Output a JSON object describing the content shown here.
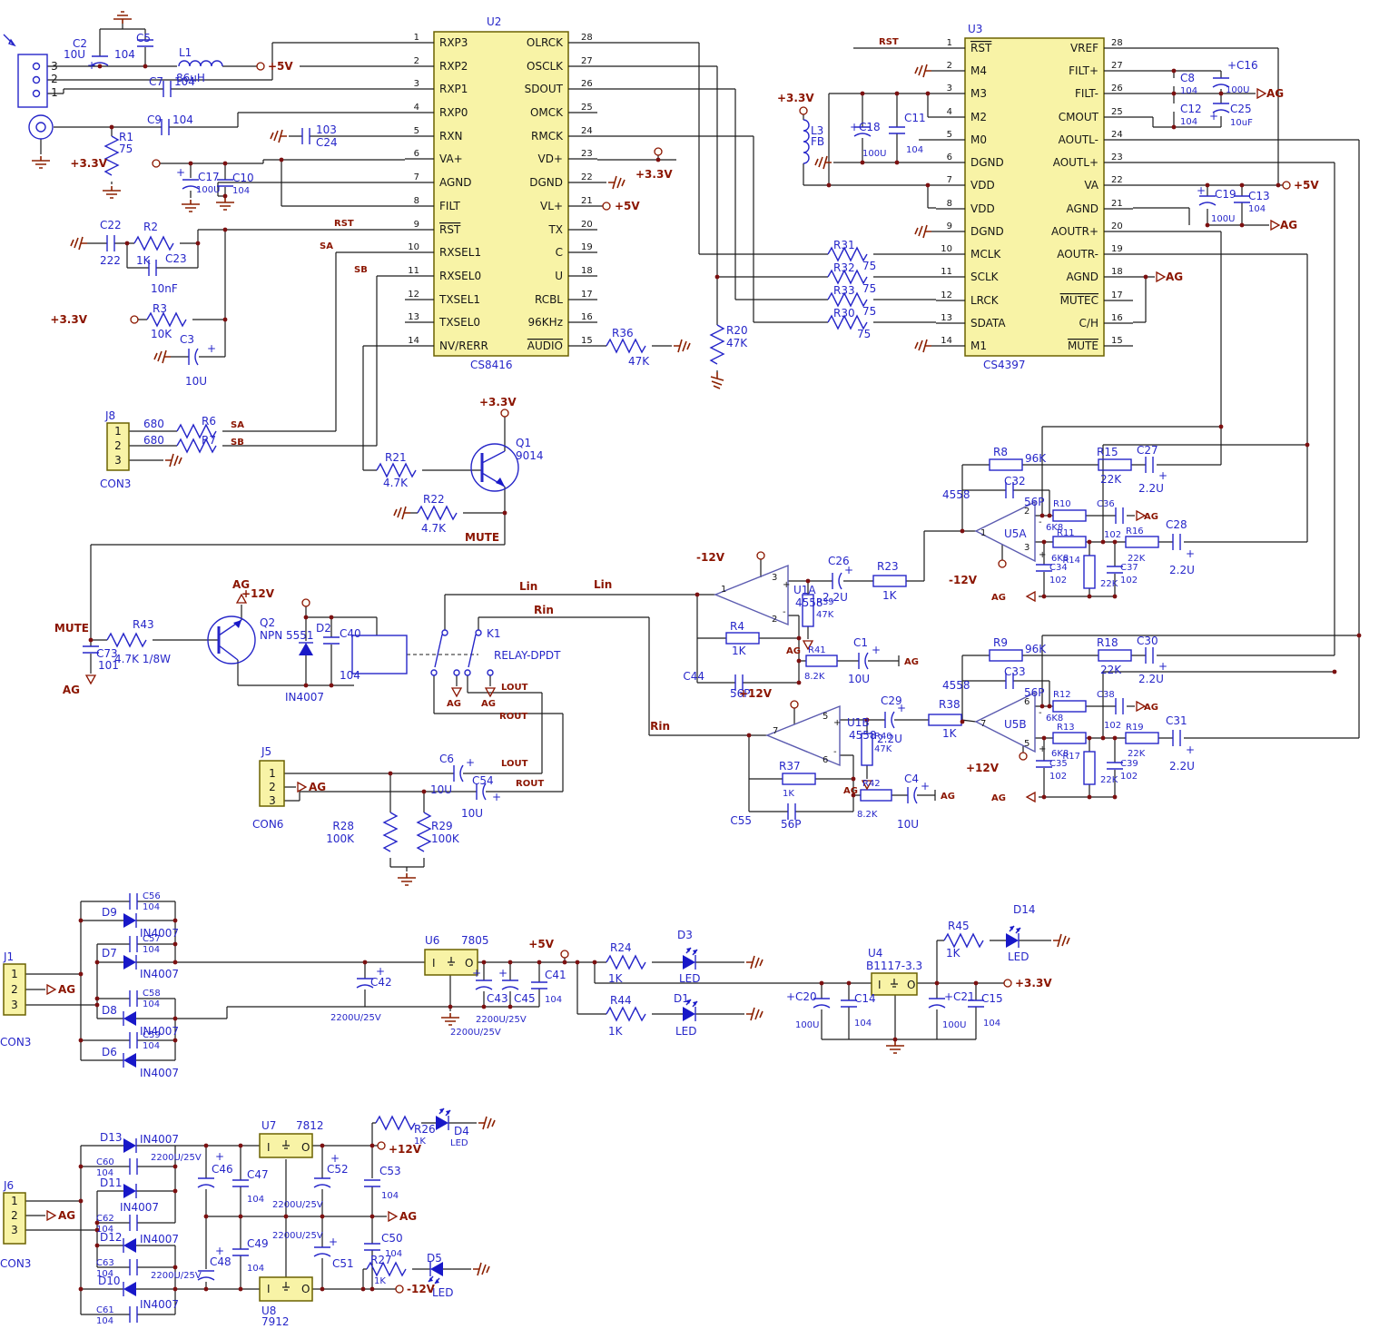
{
  "ics": {
    "u2": {
      "ref": "U2",
      "part": "CS8416",
      "left": [
        {
          "n": "1",
          "name": "RXP3"
        },
        {
          "n": "2",
          "name": "RXP2"
        },
        {
          "n": "3",
          "name": "RXP1"
        },
        {
          "n": "4",
          "name": "RXP0"
        },
        {
          "n": "5",
          "name": "RXN"
        },
        {
          "n": "6",
          "name": "VA+"
        },
        {
          "n": "7",
          "name": "AGND"
        },
        {
          "n": "8",
          "name": "FILT"
        },
        {
          "n": "9",
          "name": "RST",
          "bar": true
        },
        {
          "n": "10",
          "name": "RXSEL1"
        },
        {
          "n": "11",
          "name": "RXSEL0"
        },
        {
          "n": "12",
          "name": "TXSEL1"
        },
        {
          "n": "13",
          "name": "TXSEL0"
        },
        {
          "n": "14",
          "name": "NV/RERR"
        }
      ],
      "right": [
        {
          "n": "28",
          "name": "OLRCK"
        },
        {
          "n": "27",
          "name": "OSCLK"
        },
        {
          "n": "26",
          "name": "SDOUT"
        },
        {
          "n": "25",
          "name": "OMCK"
        },
        {
          "n": "24",
          "name": "RMCK"
        },
        {
          "n": "23",
          "name": "VD+"
        },
        {
          "n": "22",
          "name": "DGND"
        },
        {
          "n": "21",
          "name": "VL+"
        },
        {
          "n": "20",
          "name": "TX"
        },
        {
          "n": "19",
          "name": "C"
        },
        {
          "n": "18",
          "name": "U"
        },
        {
          "n": "17",
          "name": "RCBL"
        },
        {
          "n": "16",
          "name": "96KHz"
        },
        {
          "n": "15",
          "name": "AUDIO",
          "bar": true
        }
      ]
    },
    "u3": {
      "ref": "U3",
      "part": "CS4397",
      "left": [
        {
          "n": "1",
          "name": "RST",
          "bar": true
        },
        {
          "n": "2",
          "name": "M4"
        },
        {
          "n": "3",
          "name": "M3"
        },
        {
          "n": "4",
          "name": "M2"
        },
        {
          "n": "5",
          "name": "M0"
        },
        {
          "n": "6",
          "name": "DGND"
        },
        {
          "n": "7",
          "name": "VDD"
        },
        {
          "n": "8",
          "name": "VDD"
        },
        {
          "n": "9",
          "name": "DGND"
        },
        {
          "n": "10",
          "name": "MCLK"
        },
        {
          "n": "11",
          "name": "SCLK"
        },
        {
          "n": "12",
          "name": "LRCK"
        },
        {
          "n": "13",
          "name": "SDATA"
        },
        {
          "n": "14",
          "name": "M1"
        }
      ],
      "right": [
        {
          "n": "28",
          "name": "VREF"
        },
        {
          "n": "27",
          "name": "FILT+"
        },
        {
          "n": "26",
          "name": "FILT-"
        },
        {
          "n": "25",
          "name": "CMOUT"
        },
        {
          "n": "24",
          "name": "AOUTL-"
        },
        {
          "n": "23",
          "name": "AOUTL+"
        },
        {
          "n": "22",
          "name": "VA"
        },
        {
          "n": "21",
          "name": "AGND"
        },
        {
          "n": "20",
          "name": "AOUTR+"
        },
        {
          "n": "19",
          "name": "AOUTR-"
        },
        {
          "n": "18",
          "name": "AGND"
        },
        {
          "n": "17",
          "name": "MUTEC",
          "bar": true
        },
        {
          "n": "16",
          "name": "C/H"
        },
        {
          "n": "15",
          "name": "MUTE",
          "bar": true
        }
      ]
    }
  },
  "parts": {
    "R1": {
      "r": "R1",
      "v": "75"
    },
    "R2": {
      "r": "R2",
      "v": "1K"
    },
    "R3": {
      "r": "R3",
      "v": "10K"
    },
    "R4": {
      "r": "R4",
      "v": "1K"
    },
    "R6": {
      "r": "R6",
      "v": "680"
    },
    "R7": {
      "r": "R7",
      "v": "680"
    },
    "R8": {
      "r": "R8",
      "v": "96K"
    },
    "R9": {
      "r": "R9",
      "v": "96K"
    },
    "R10": {
      "r": "R10",
      "v": "6K8"
    },
    "R11": {
      "r": "R11",
      "v": "6K8"
    },
    "R12": {
      "r": "R12",
      "v": "6K8"
    },
    "R13": {
      "r": "R13",
      "v": "6K8"
    },
    "R14": {
      "r": "R14",
      "v": "22K"
    },
    "R15": {
      "r": "R15",
      "v": "22K"
    },
    "R16": {
      "r": "R16",
      "v": "22K"
    },
    "R17": {
      "r": "R17",
      "v": "22K"
    },
    "R18": {
      "r": "R18",
      "v": "22K"
    },
    "R19": {
      "r": "R19",
      "v": "22K"
    },
    "R20": {
      "r": "R20",
      "v": "47K"
    },
    "R21": {
      "r": "R21",
      "v": "4.7K"
    },
    "R22": {
      "r": "R22",
      "v": "4.7K"
    },
    "R23": {
      "r": "R23",
      "v": "1K"
    },
    "R24": {
      "r": "R24",
      "v": "1K"
    },
    "R26": {
      "r": "R26",
      "v": "1K"
    },
    "R27": {
      "r": "R27",
      "v": "1K"
    },
    "R28": {
      "r": "R28",
      "v": "100K"
    },
    "R29": {
      "r": "R29",
      "v": "100K"
    },
    "R30": {
      "r": "R30",
      "v": "75"
    },
    "R31": {
      "r": "R31",
      "v": "75"
    },
    "R32": {
      "r": "R32",
      "v": "75"
    },
    "R33": {
      "r": "R33",
      "v": "75"
    },
    "R36": {
      "r": "R36",
      "v": "47K"
    },
    "R37": {
      "r": "R37",
      "v": "1K"
    },
    "R38": {
      "r": "R38",
      "v": "1K"
    },
    "R39": {
      "r": "R39",
      "v": "47K"
    },
    "R40": {
      "r": "R40",
      "v": "47K"
    },
    "R41": {
      "r": "R41",
      "v": "8.2K"
    },
    "R42": {
      "r": "R42",
      "v": "8.2K"
    },
    "R43": {
      "r": "R43",
      "v": "4.7K 1/8W"
    },
    "R44": {
      "r": "R44",
      "v": "1K"
    },
    "R45": {
      "r": "R45",
      "v": "1K"
    },
    "C1": {
      "r": "C1",
      "v": "10U"
    },
    "C2": {
      "r": "C2",
      "v": "10U"
    },
    "C3": {
      "r": "C3",
      "v": "10U"
    },
    "C4": {
      "r": "C4",
      "v": "10U"
    },
    "C5": {
      "r": "C5",
      "v": "104"
    },
    "C6": {
      "r": "C6",
      "v": "10U"
    },
    "C7": {
      "r": "C7",
      "v": "104"
    },
    "C8": {
      "r": "C8",
      "v": "104"
    },
    "C9": {
      "r": "C9",
      "v": "104"
    },
    "C10": {
      "r": "C10",
      "v": "104"
    },
    "C11": {
      "r": "C11",
      "v": "104"
    },
    "C12": {
      "r": "C12",
      "v": "104"
    },
    "C13": {
      "r": "C13",
      "v": "104"
    },
    "C14": {
      "r": "C14",
      "v": "104"
    },
    "C15": {
      "r": "C15",
      "v": "104"
    },
    "C16": {
      "r": "C16",
      "v": "100U"
    },
    "C17": {
      "r": "C17",
      "v": "100U"
    },
    "C18": {
      "r": "C18",
      "v": "100U"
    },
    "C19": {
      "r": "C19",
      "v": "100U"
    },
    "C20": {
      "r": "C20",
      "v": "100U"
    },
    "C21": {
      "r": "C21",
      "v": "100U"
    },
    "C22": {
      "r": "C22",
      "v": "222"
    },
    "C23": {
      "r": "C23",
      "v": "10nF"
    },
    "C24": {
      "r": "C24",
      "v": "103"
    },
    "C25": {
      "r": "C25",
      "v": "10uF"
    },
    "C26": {
      "r": "C26",
      "v": "2.2U"
    },
    "C27": {
      "r": "C27",
      "v": "2.2U"
    },
    "C28": {
      "r": "C28",
      "v": "2.2U"
    },
    "C29": {
      "r": "C29",
      "v": "2.2U"
    },
    "C30": {
      "r": "C30",
      "v": "2.2U"
    },
    "C31": {
      "r": "C31",
      "v": "2.2U"
    },
    "C32": {
      "r": "C32",
      "v": "56P"
    },
    "C33": {
      "r": "C33",
      "v": "56P"
    },
    "C34": {
      "r": "C34",
      "v": "102"
    },
    "C35": {
      "r": "C35",
      "v": "102"
    },
    "C36": {
      "r": "C36",
      "v": "102"
    },
    "C37": {
      "r": "C37",
      "v": "102"
    },
    "C38": {
      "r": "C38",
      "v": "102"
    },
    "C39": {
      "r": "C39",
      "v": "102"
    },
    "C40": {
      "r": "C40",
      "v": "104"
    },
    "C41": {
      "r": "C41",
      "v": "104"
    },
    "C42": {
      "r": "C42",
      "v": "2200U/25V"
    },
    "C43": {
      "r": "C43",
      "v": "2200U/25V"
    },
    "C44": {
      "r": "C44",
      "v": "56P"
    },
    "C45": {
      "r": "C45",
      "v": "2200U/25V"
    },
    "C46": {
      "r": "C46",
      "v": "2200U/25V"
    },
    "C47": {
      "r": "C47",
      "v": "104"
    },
    "C48": {
      "r": "C48",
      "v": "2200U/25V"
    },
    "C49": {
      "r": "C49",
      "v": "104"
    },
    "C50": {
      "r": "C50",
      "v": "104"
    },
    "C51": {
      "r": "C51",
      "v": "2200U/25V"
    },
    "C52": {
      "r": "C52",
      "v": "2200U/25V"
    },
    "C53": {
      "r": "C53",
      "v": "104"
    },
    "C54": {
      "r": "C54",
      "v": "10U"
    },
    "C55": {
      "r": "C55",
      "v": "56P"
    },
    "C56": {
      "r": "C56",
      "v": "104"
    },
    "C57": {
      "r": "C57",
      "v": "104"
    },
    "C58": {
      "r": "C58",
      "v": "104"
    },
    "C59": {
      "r": "C59",
      "v": "104"
    },
    "C60": {
      "r": "C60",
      "v": "104"
    },
    "C61": {
      "r": "C61",
      "v": "104"
    },
    "C62": {
      "r": "C62",
      "v": "104"
    },
    "C63": {
      "r": "C63",
      "v": "104"
    },
    "C73": {
      "r": "C73",
      "v": "101"
    },
    "D1": {
      "r": "D1",
      "v": "LED"
    },
    "D2": {
      "r": "D2",
      "v": "IN4007"
    },
    "D3": {
      "r": "D3",
      "v": "LED"
    },
    "D4": {
      "r": "D4",
      "v": "LED"
    },
    "D5": {
      "r": "D5",
      "v": "LED"
    },
    "D6": {
      "r": "D6",
      "v": "IN4007"
    },
    "D7": {
      "r": "D7",
      "v": "IN4007"
    },
    "D8": {
      "r": "D8",
      "v": "IN4007"
    },
    "D9": {
      "r": "D9",
      "v": "IN4007"
    },
    "D10": {
      "r": "D10",
      "v": "IN4007"
    },
    "D11": {
      "r": "D11",
      "v": "IN4007"
    },
    "D12": {
      "r": "D12",
      "v": "IN4007"
    },
    "D13": {
      "r": "D13",
      "v": "IN4007"
    },
    "D14": {
      "r": "D14",
      "v": "LED"
    },
    "Q1": {
      "r": "Q1",
      "v": "9014"
    },
    "Q2": {
      "r": "Q2",
      "v": "NPN 5551"
    },
    "L1": {
      "r": "L1",
      "v": "86uH"
    },
    "L3": {
      "r": "L3",
      "v": "FB"
    },
    "K1": {
      "r": "K1",
      "v": "RELAY-DPDT"
    },
    "U1A": {
      "r": "U1A",
      "v": "4558",
      "po": "1",
      "pt": "3",
      "pb": "2",
      "st": "+",
      "sb": "-"
    },
    "U1B": {
      "r": "U1B",
      "v": "4558",
      "po": "7",
      "pt": "5",
      "pb": "6",
      "st": "+",
      "sb": "-"
    },
    "U5A": {
      "r": "U5A",
      "v": "4558",
      "po": "1",
      "pt": "2",
      "pb": "3",
      "st": "-",
      "sb": "+"
    },
    "U5B": {
      "r": "U5B",
      "v": "4558",
      "po": "7",
      "pt": "6",
      "pb": "5",
      "st": "-",
      "sb": "+"
    },
    "U4": {
      "r": "U4",
      "v": "B1117-3.3"
    },
    "U6": {
      "r": "U6",
      "v": "7805"
    },
    "U7": {
      "r": "U7",
      "v": "7812"
    },
    "U8": {
      "r": "U8",
      "v": "7912"
    }
  },
  "connectors": {
    "J8": {
      "ref": "J8",
      "type": "CON3",
      "pins": [
        "1",
        "2",
        "3"
      ]
    },
    "J5": {
      "ref": "J5",
      "type": "CON6",
      "pins": [
        "1",
        "2",
        "3"
      ]
    },
    "J1": {
      "ref": "J1",
      "type": "CON3",
      "pins": [
        "1",
        "2",
        "3"
      ]
    },
    "J6": {
      "ref": "J6",
      "type": "CON3",
      "pins": [
        "1",
        "2",
        "3"
      ]
    },
    "optical": {
      "pins": [
        "3",
        "2",
        "1"
      ]
    }
  },
  "nets": {
    "p5": "+5V",
    "p33": "+3.3V",
    "p12": "+12V",
    "n12": "-12V",
    "ag": "AG",
    "mute": "MUTE",
    "rst": "RST",
    "sa": "SA",
    "sb": "SB",
    "lin": "Lin",
    "rin": "Rin",
    "lout": "LOUT",
    "rout": "ROUT"
  },
  "misc": {
    "plus": "+",
    "reg_in": "I",
    "reg_out": "O"
  },
  "colors": {
    "ic_fill": "#f8f3a6",
    "symbol_blue": "#2626c9",
    "net_red": "#8b1500",
    "wire": "#1c1c1c",
    "ground": "#8b2000"
  }
}
